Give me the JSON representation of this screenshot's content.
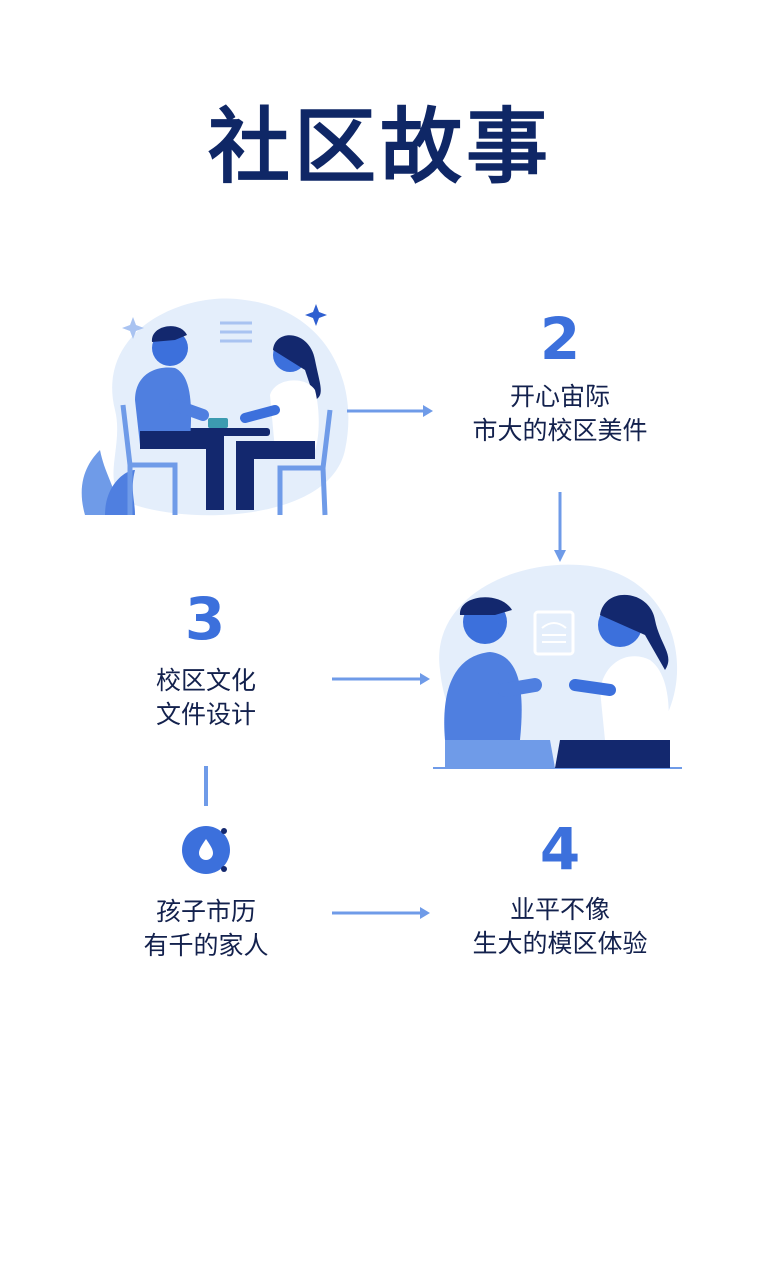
{
  "title": "社区故事",
  "steps": [
    {
      "number": "2",
      "line1": "开心宙际",
      "line2": "市大的校区美件"
    },
    {
      "number": "3",
      "line1": "校区文化",
      "line2": "文件设计"
    },
    {
      "number": "4",
      "line1": "业平不像",
      "line2": "生大的模区体验"
    }
  ],
  "drop_step": {
    "line1": "孩子市历",
    "line2": "有千的家人"
  },
  "colors": {
    "title": "#0f2766",
    "accent": "#3c70dc",
    "text": "#13214d",
    "blob": "#e4eefb",
    "arrow": "#6f9be8"
  }
}
